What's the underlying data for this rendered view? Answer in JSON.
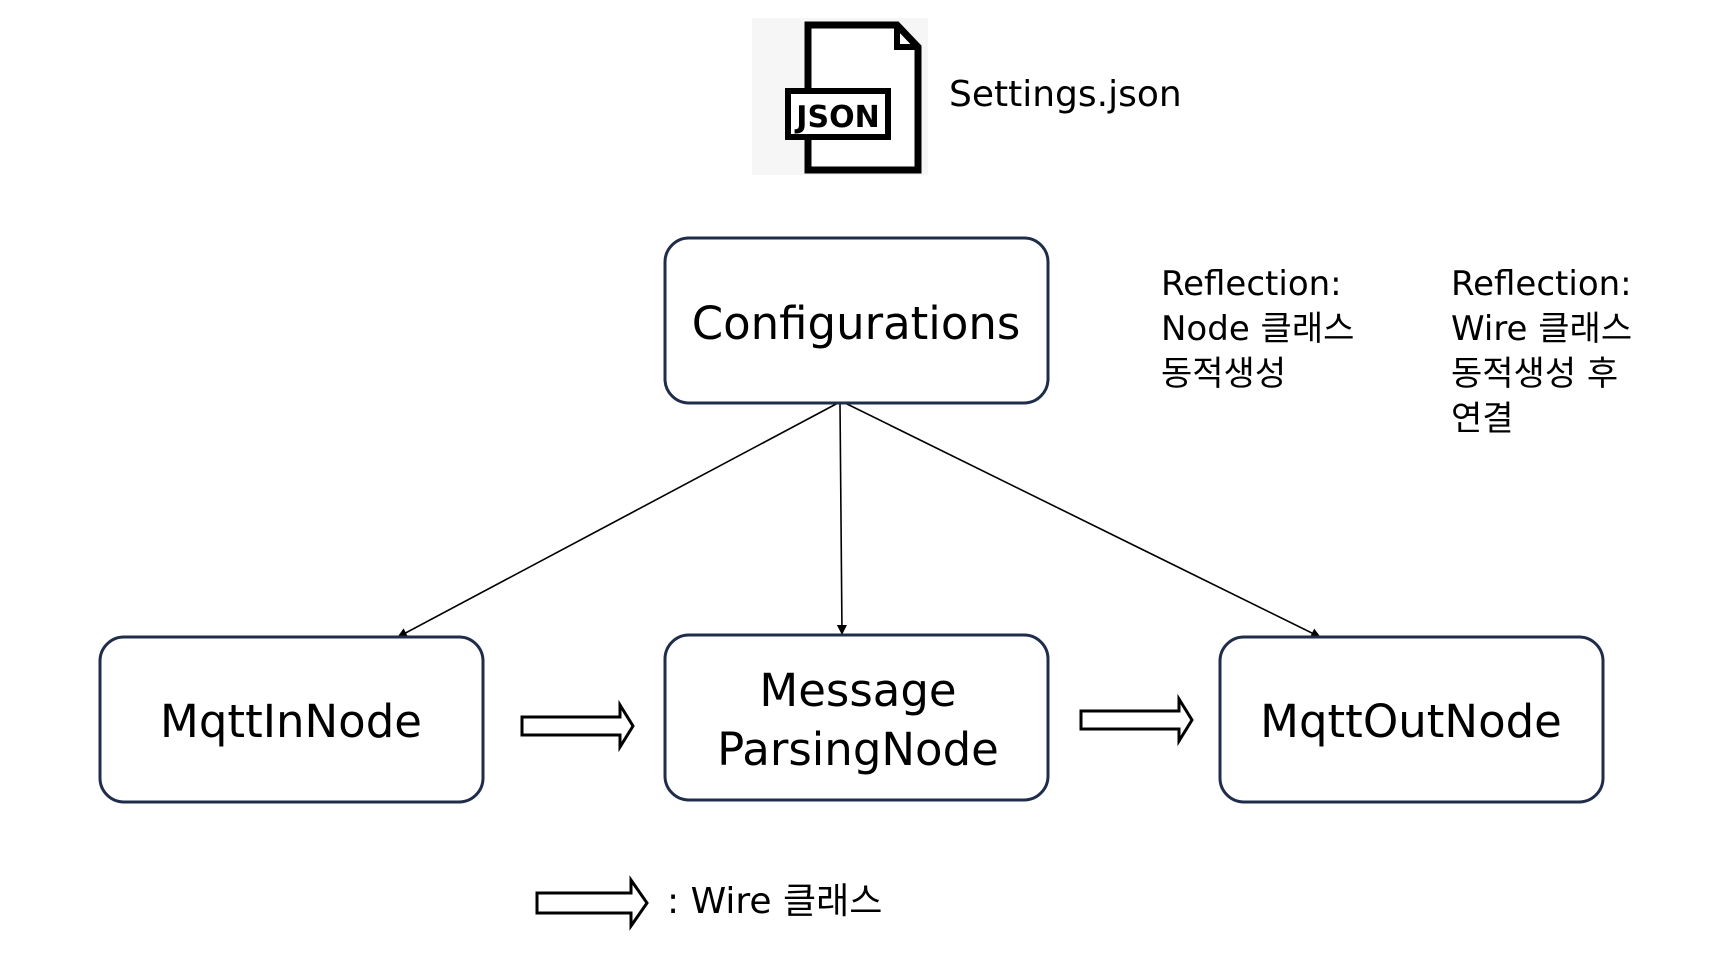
{
  "file": {
    "icon": "json-file-icon",
    "badge": "JSON",
    "label": "Settings.json"
  },
  "nodes": {
    "configurations": {
      "lines": [
        "Configurations"
      ]
    },
    "mqtt_in": {
      "lines": [
        "MqttInNode"
      ]
    },
    "message_parsing": {
      "lines": [
        "Message",
        "ParsingNode"
      ]
    },
    "mqtt_out": {
      "lines": [
        "MqttOutNode"
      ]
    }
  },
  "notes": {
    "node_reflection": [
      "Reflection:",
      "Node 클래스",
      "동적생성"
    ],
    "wire_reflection": [
      "Reflection:",
      "Wire 클래스",
      "동적생성 후",
      "연결"
    ]
  },
  "legend": {
    "icon": "hollow-arrow-icon",
    "label": ": Wire 클래스"
  },
  "colors": {
    "box_border": "#1f2d4a",
    "line": "#000000"
  }
}
